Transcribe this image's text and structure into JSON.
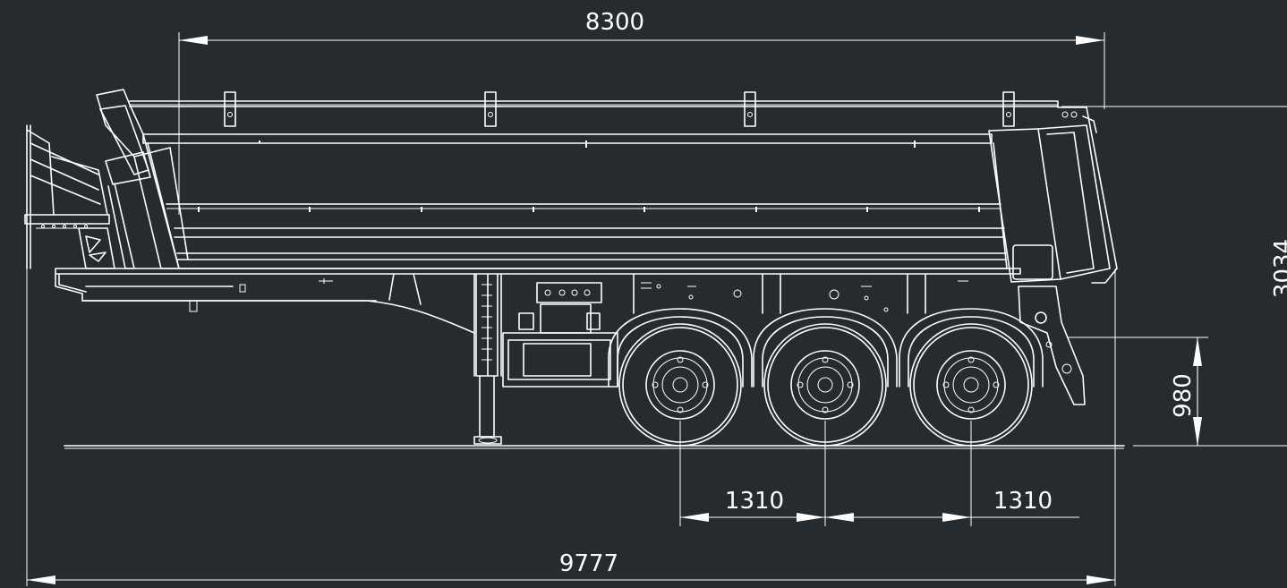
{
  "drawing": {
    "background": "#262b30",
    "line_color": "#ffffff",
    "subject": "semi-trailer tipper side elevation"
  },
  "dimensions": {
    "body_length": "8300",
    "overall_length": "9777",
    "overall_height": "3034",
    "coupling_height": "980",
    "axle_spacing_1": "1310",
    "axle_spacing_2": "1310"
  }
}
